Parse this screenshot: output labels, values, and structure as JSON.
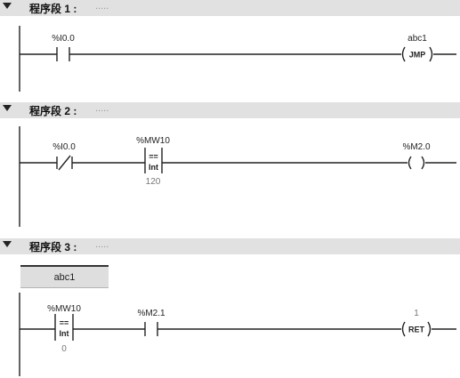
{
  "networks": [
    {
      "title": "程序段 1 :",
      "comment": "....."
    },
    {
      "title": "程序段 2 :",
      "comment": "....."
    },
    {
      "title": "程序段 3 :",
      "comment": "....."
    }
  ],
  "net1": {
    "contact_operand": "%I0.0",
    "jump_label": "abc1",
    "coil_text": "JMP"
  },
  "net2": {
    "contact_operand": "%I0.0",
    "compare_operand": "%MW10",
    "compare_op": "==",
    "compare_type": "Int",
    "compare_value": "120",
    "coil_operand": "%M2.0"
  },
  "net3": {
    "label": "abc1",
    "compare_operand": "%MW10",
    "compare_op": "==",
    "compare_type": "Int",
    "compare_value": "0",
    "contact_operand": "%M2.1",
    "return_value": "1",
    "coil_text": "RET"
  },
  "icons": {
    "collapse": "caret-down-icon"
  }
}
